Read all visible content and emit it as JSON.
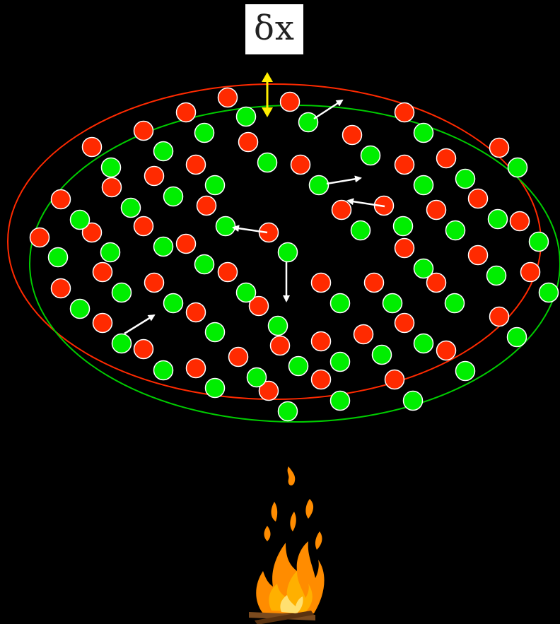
{
  "label": {
    "text": "δx"
  },
  "colors": {
    "background": "#000000",
    "red_particle": "#ff2a00",
    "green_particle": "#00ee00",
    "red_ellipse": "#ff2a00",
    "green_ellipse": "#00cc00",
    "arrow": "#ffffff",
    "double_arrow": "#ffee00",
    "flame": "#ff8c00"
  },
  "elements": {
    "red_ellipse": "state-1-boundary",
    "green_ellipse": "state-2-boundary",
    "double_arrow": "displacement-indicator",
    "flame": "fire-icon"
  }
}
